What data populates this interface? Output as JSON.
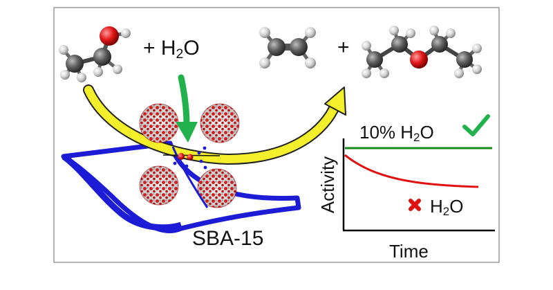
{
  "reaction": {
    "plus_water_prefix": "+ H",
    "plus_water_sub": "2",
    "plus_water_suffix": "O",
    "plus_sign": "+"
  },
  "support": {
    "label": "SBA-15"
  },
  "chart_data": {
    "type": "line",
    "xlabel": "Time",
    "ylabel": "Activity",
    "series": [
      {
        "name": "10% H2O",
        "label_prefix": "10% H",
        "label_sub": "2",
        "label_suffix": "O",
        "color": "#1a8a1a",
        "marker": "check",
        "trend": "constant"
      },
      {
        "name": "H2O",
        "label_prefix": "H",
        "label_sub": "2",
        "label_suffix": "O",
        "color": "#e01010",
        "marker": "cross",
        "trend": "decay"
      }
    ]
  },
  "colors": {
    "frame": "#999999",
    "support_blue": "#1c1cd6",
    "support_grey": "#6e6e80",
    "arrow_green": "#22b14c",
    "arrow_yellow": "#f3ef2a",
    "oxygen_red": "#e01515",
    "carbon_grey": "#5a5a5a",
    "hydrogen_white": "#dcdcdc"
  },
  "icons": [
    "check-icon",
    "cross-icon"
  ]
}
